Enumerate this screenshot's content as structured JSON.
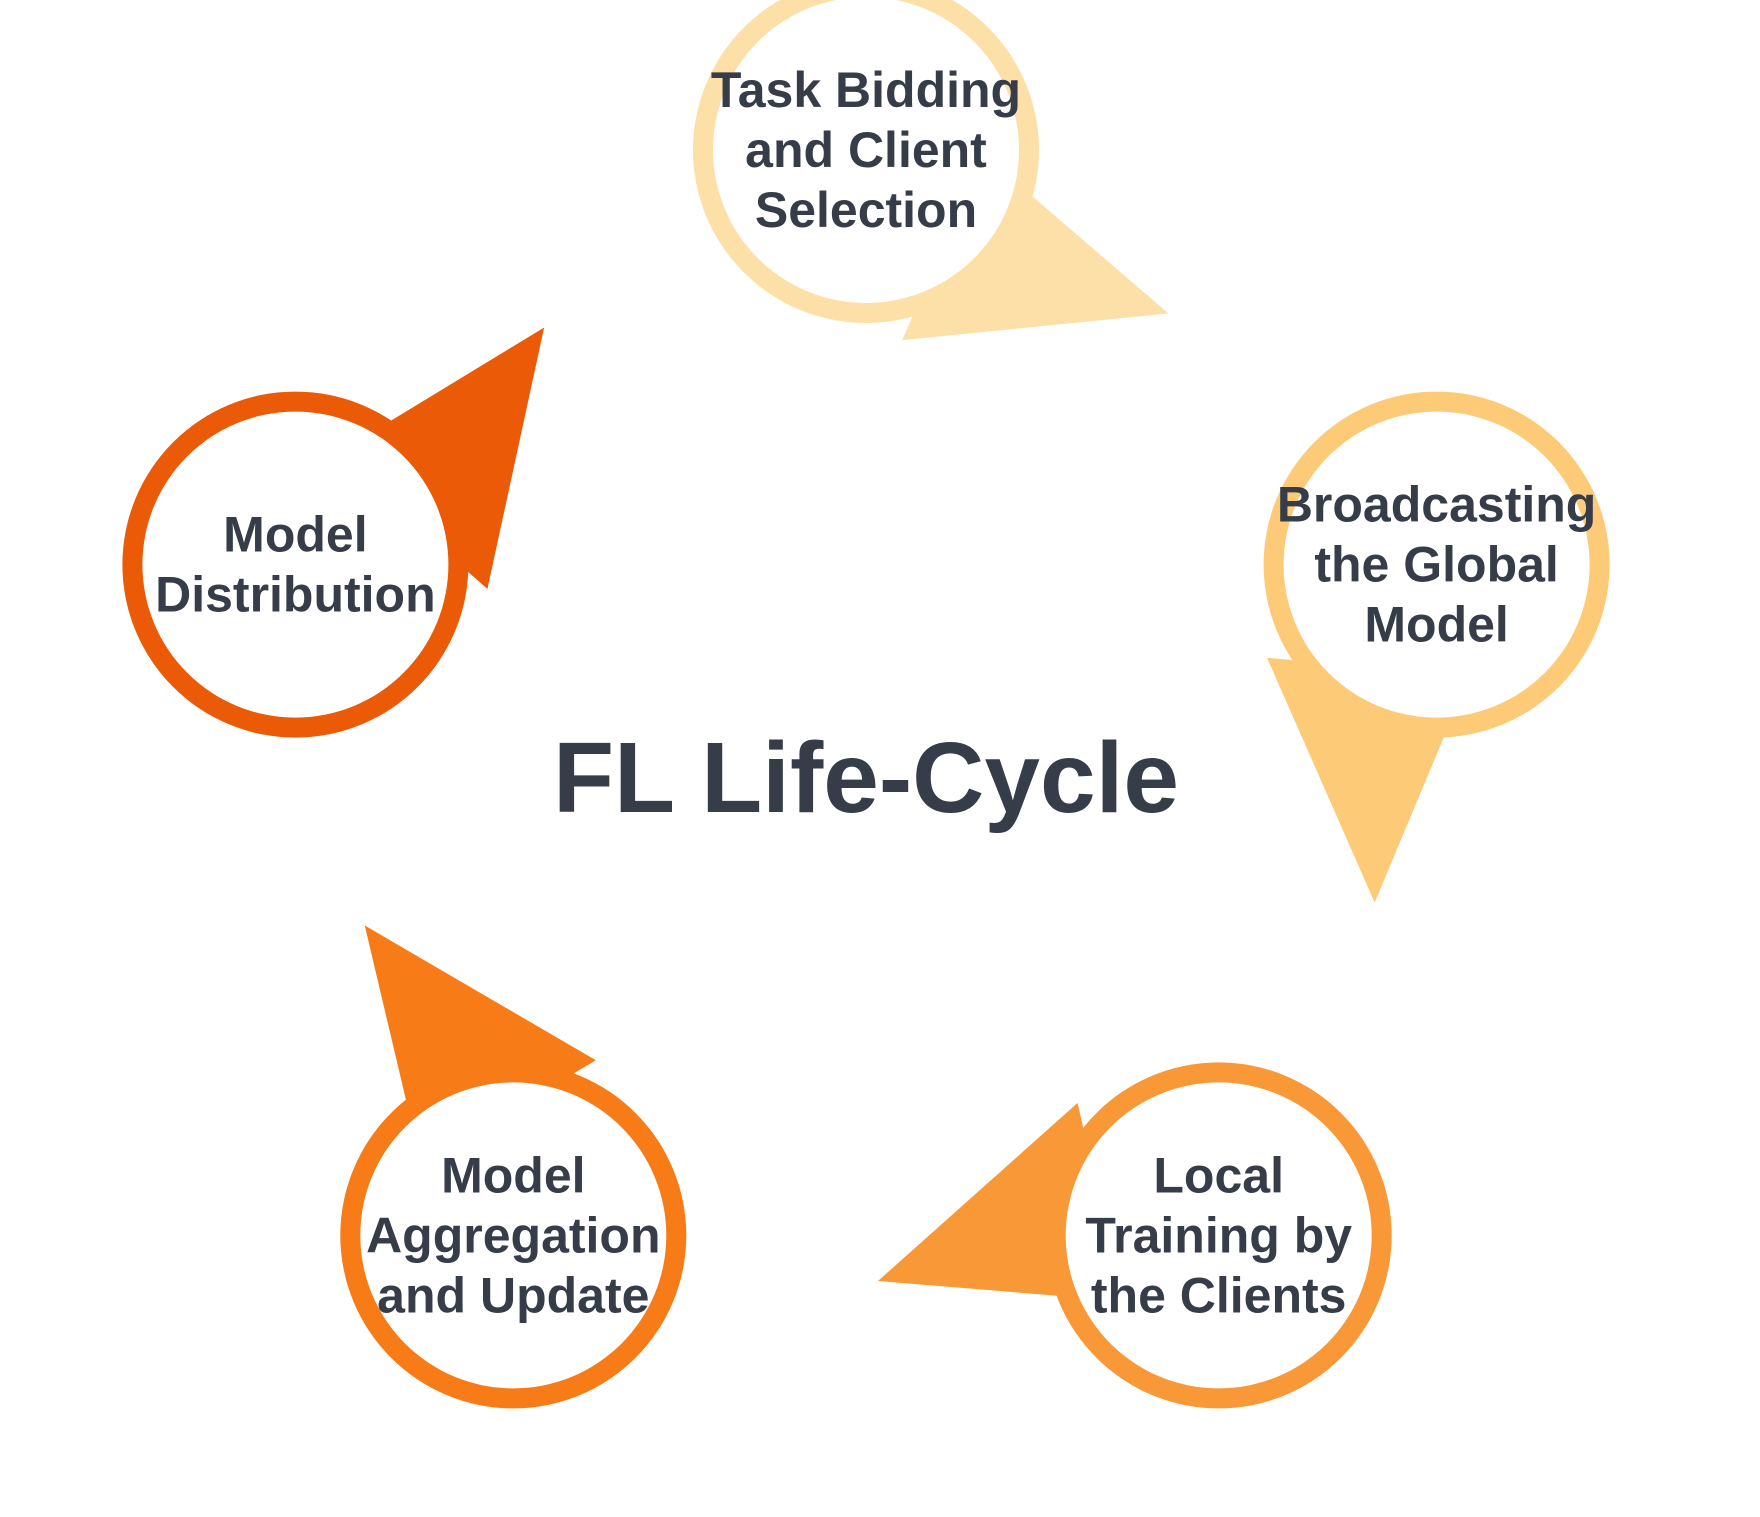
{
  "title": "FL Life-Cycle",
  "colors": {
    "text": "#363d48",
    "background": "#ffffff",
    "circle_fill": "#ffffff"
  },
  "steps": [
    {
      "name": "step-task-bidding",
      "lines": [
        "Task Bidding",
        "and Client",
        "Selection"
      ],
      "color": "#fde0a8"
    },
    {
      "name": "step-broadcasting",
      "lines": [
        "Broadcasting",
        "the Global",
        "Model"
      ],
      "color": "#fdcb78"
    },
    {
      "name": "step-local-training",
      "lines": [
        "Local",
        "Training by",
        "the Clients"
      ],
      "color": "#f99837"
    },
    {
      "name": "step-model-aggregation",
      "lines": [
        "Model",
        "Aggregation",
        "and Update"
      ],
      "color": "#f77c18"
    },
    {
      "name": "step-model-distribution",
      "lines": [
        "Model",
        "Distribution"
      ],
      "color": "#ea5a07"
    }
  ]
}
